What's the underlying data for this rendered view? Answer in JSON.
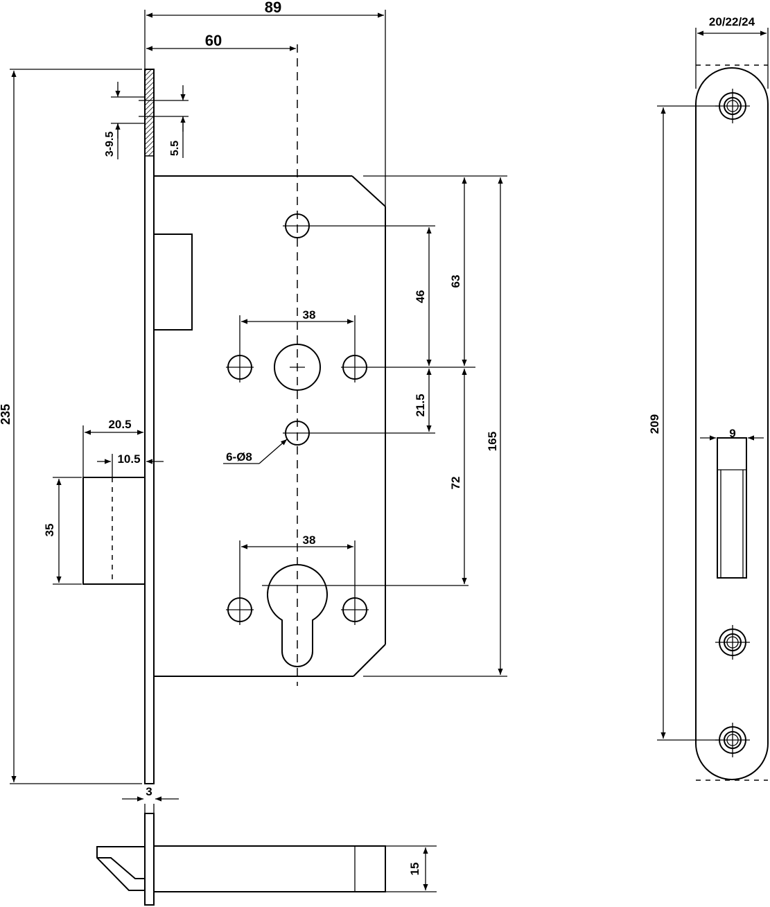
{
  "dimensions": {
    "overall_width": "89",
    "backset": "60",
    "faceplate_height": "235",
    "latch_offset": "3-9.5",
    "latch_small": "5.5",
    "bolt_projection": "20.5",
    "bolt_inner": "10.5",
    "bolt_height": "35",
    "top_pitch": "46",
    "upper_span": "63",
    "case_height": "165",
    "lower_gap": "21.5",
    "cylinder_pitch": "72",
    "upper_hole_spacing": "38",
    "lower_hole_spacing": "38",
    "holes": "6-Ø8",
    "thickness": "3",
    "bolt_depth": "15",
    "strike_width": "20/22/24",
    "strike_hole_pitch": "209",
    "strike_slot": "9"
  }
}
